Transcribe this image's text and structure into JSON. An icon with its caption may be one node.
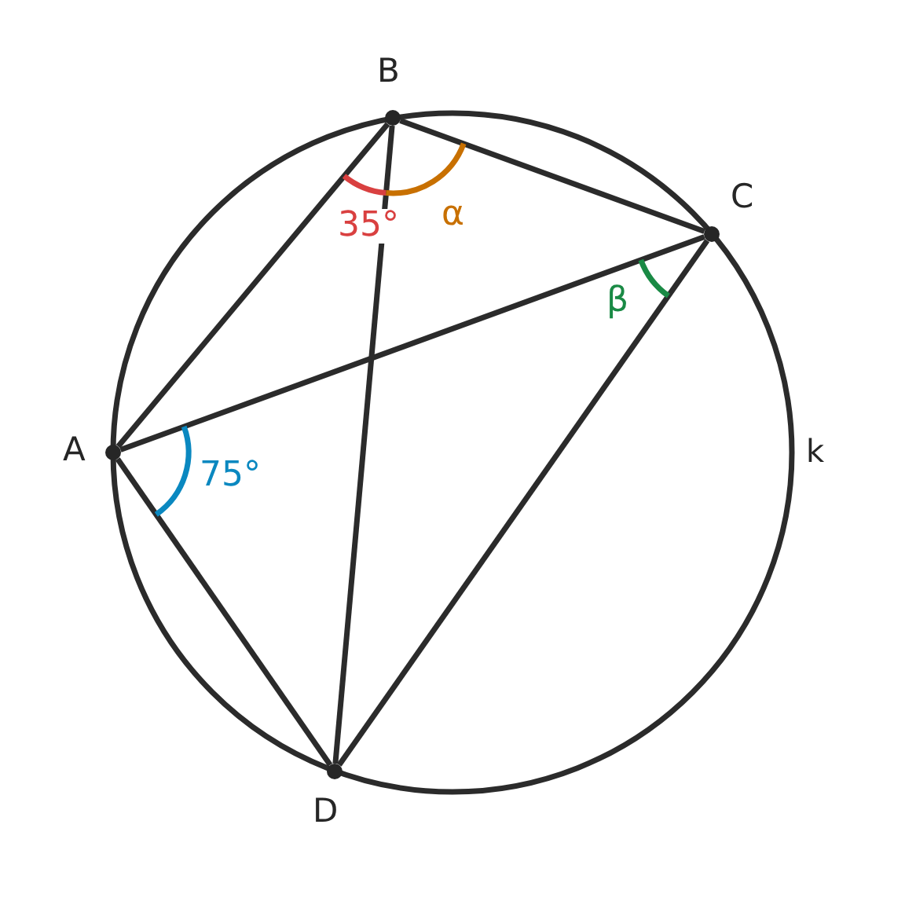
{
  "diagram": {
    "nodes": [
      {
        "text": [
          "A"
        ]
      },
      {
        "text": [
          "B"
        ]
      },
      {
        "text": [
          "C"
        ]
      },
      {
        "text": [
          "D"
        ]
      }
    ],
    "edges": [
      {
        "from": 0,
        "to": 1,
        "arrow": "none"
      },
      {
        "from": 1,
        "to": 2,
        "arrow": "none"
      },
      {
        "from": 0,
        "to": 2,
        "arrow": "none"
      },
      {
        "from": 1,
        "to": 3,
        "arrow": "none"
      },
      {
        "from": 0,
        "to": 3,
        "arrow": "none"
      },
      {
        "from": 2,
        "to": 3,
        "arrow": "none"
      }
    ],
    "labels": [
      "35°",
      "α",
      "β",
      "75°",
      "k"
    ]
  }
}
